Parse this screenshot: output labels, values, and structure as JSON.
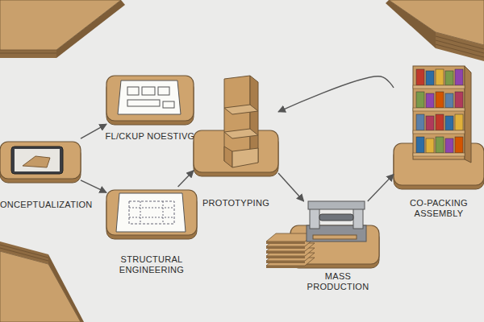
{
  "diagram": {
    "nodes": [
      {
        "text": [
          "ONCEPTUALIZATION"
        ]
      },
      {
        "text": [
          "FL/CKUP NOESTIVG"
        ]
      },
      {
        "text": [
          "STRUCTURAL ENGINEERING"
        ]
      },
      {
        "text": [
          "PROTOTYPING"
        ]
      },
      {
        "text": [
          "MASS PRODUCTION"
        ]
      },
      {
        "text": [
          "CO-PACKING ASSEMBLY"
        ]
      }
    ],
    "edges": [
      {
        "from": 0,
        "to": 1,
        "arrow": "to"
      },
      {
        "from": 0,
        "to": 2,
        "arrow": "to"
      },
      {
        "from": 2,
        "to": 3,
        "arrow": "to"
      },
      {
        "from": 3,
        "to": 4,
        "arrow": "to"
      },
      {
        "from": 4,
        "to": 5,
        "arrow": "to"
      },
      {
        "from": 5,
        "to": 3,
        "arrow": "to"
      }
    ]
  }
}
